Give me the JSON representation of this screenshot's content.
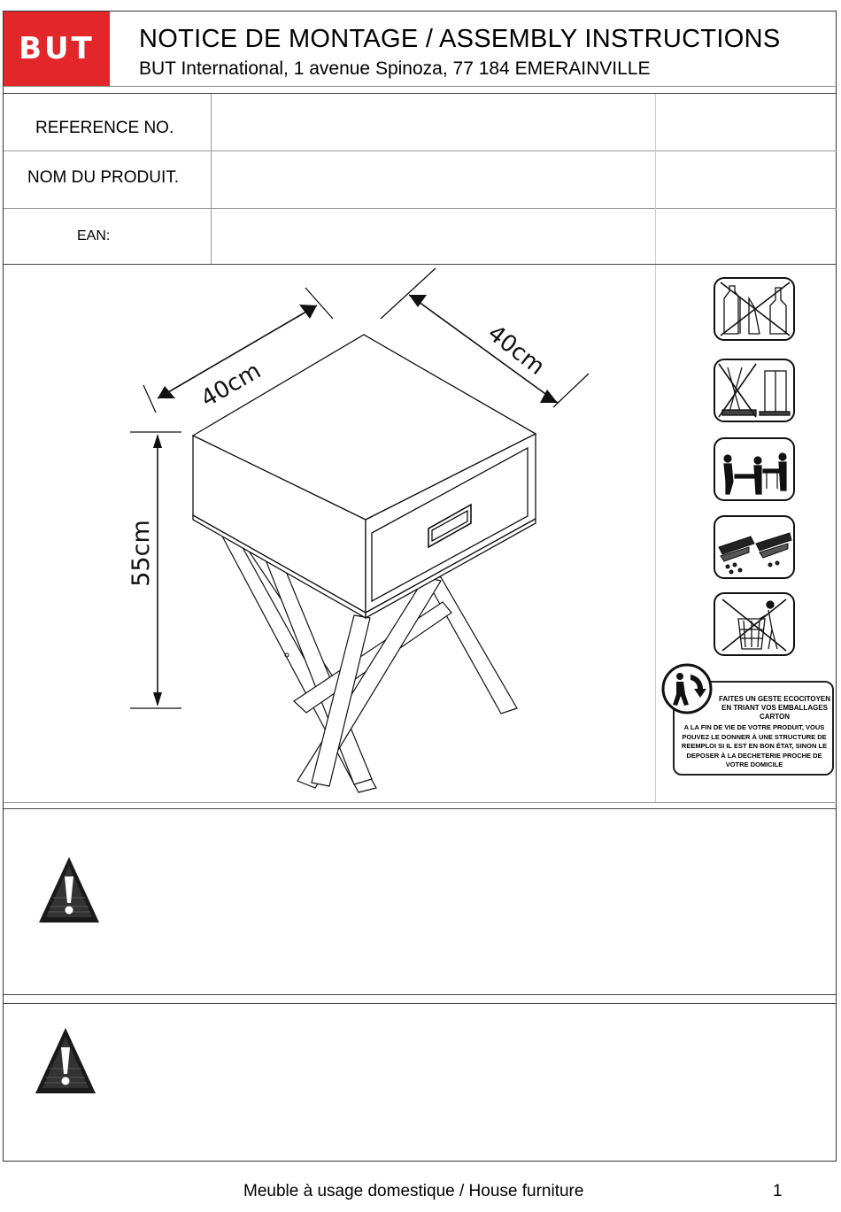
{
  "header": {
    "brand": "BUT",
    "title": "NOTICE DE MONTAGE / ASSEMBLY INSTRUCTIONS",
    "address": "BUT International, 1 avenue Spinoza, 77 184 EMERAINVILLE",
    "brand_color": "#e2262a"
  },
  "info_rows": [
    {
      "label": "REFERENCE NO.",
      "value": ""
    },
    {
      "label": "NOM DU PRODUIT.",
      "value": ""
    },
    {
      "label": "EAN:",
      "value": ""
    }
  ],
  "drawing": {
    "dim_width": "40cm",
    "dim_depth": "40cm",
    "dim_height": "55cm"
  },
  "side_icons": [
    "no-chemical-cleaners-icon",
    "no-sweeping-near-furniture-icon",
    "two-person-assembly-icon",
    "dust-cleaning-icon",
    "no-trash-bin-icon"
  ],
  "recycling": {
    "heading": "FAITES UN GESTE ECOCITOYEN EN TRIANT VOS EMBALLAGES CARTON",
    "body": "A LA FIN DE VIE DE VOTRE PRODUIT, VOUS POUVEZ LE DONNER À UNE STRUCTURE DE REEMPLOI SI IL EST EN BON ÉTAT, SINON LE DEPOSER À LA DECHETERIE PROCHE DE VOTRE DOMICILE"
  },
  "warnings": [
    {
      "icon": "warning-triangle-icon"
    },
    {
      "icon": "warning-triangle-icon"
    }
  ],
  "footer": {
    "text": "Meuble à usage domestique / House furniture",
    "page": "1"
  }
}
